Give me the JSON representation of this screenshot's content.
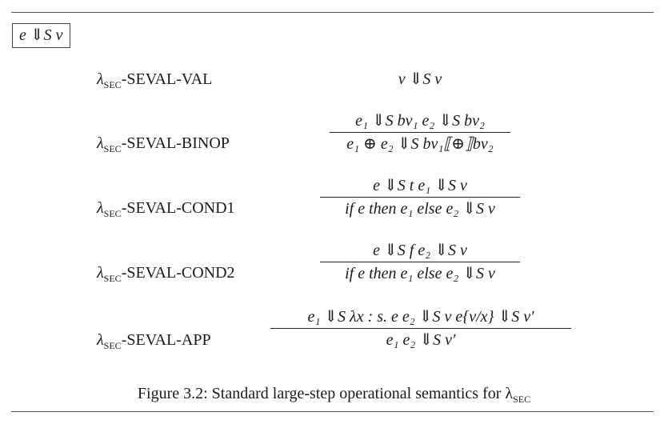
{
  "judgment": "e ⇓S v",
  "rules": [
    {
      "name_prefix": "λ",
      "name_sub": "SEC",
      "name_rest": "-SEVAL-VAL",
      "conclusion": "v ⇓S v"
    },
    {
      "name_prefix": "λ",
      "name_sub": "SEC",
      "name_rest": "-SEVAL-BINOP",
      "premise": "e₁ ⇓S bv₁    e₂ ⇓S bv₂",
      "conclusion": "e₁  ⊕  e₂ ⇓S bv₁⟦⊕⟧bv₂"
    },
    {
      "name_prefix": "λ",
      "name_sub": "SEC",
      "name_rest": "-SEVAL-COND1",
      "premise": "e ⇓S t    e₁ ⇓S v",
      "conclusion": "if e then e₁ else e₂ ⇓S v"
    },
    {
      "name_prefix": "λ",
      "name_sub": "SEC",
      "name_rest": "-SEVAL-COND2",
      "premise": "e ⇓S f    e₂ ⇓S v",
      "conclusion": "if e then e₁ else e₂ ⇓S v"
    },
    {
      "name_prefix": "λ",
      "name_sub": "SEC",
      "name_rest": "-SEVAL-APP",
      "premise": "e₁ ⇓S λx : s. e    e₂ ⇓S v    e{v/x} ⇓S v′",
      "conclusion": "e₁ e₂ ⇓S v′"
    }
  ],
  "caption": {
    "text": "Figure 3.2: Standard large-step operational semantics for λ",
    "sub": "SEC"
  }
}
